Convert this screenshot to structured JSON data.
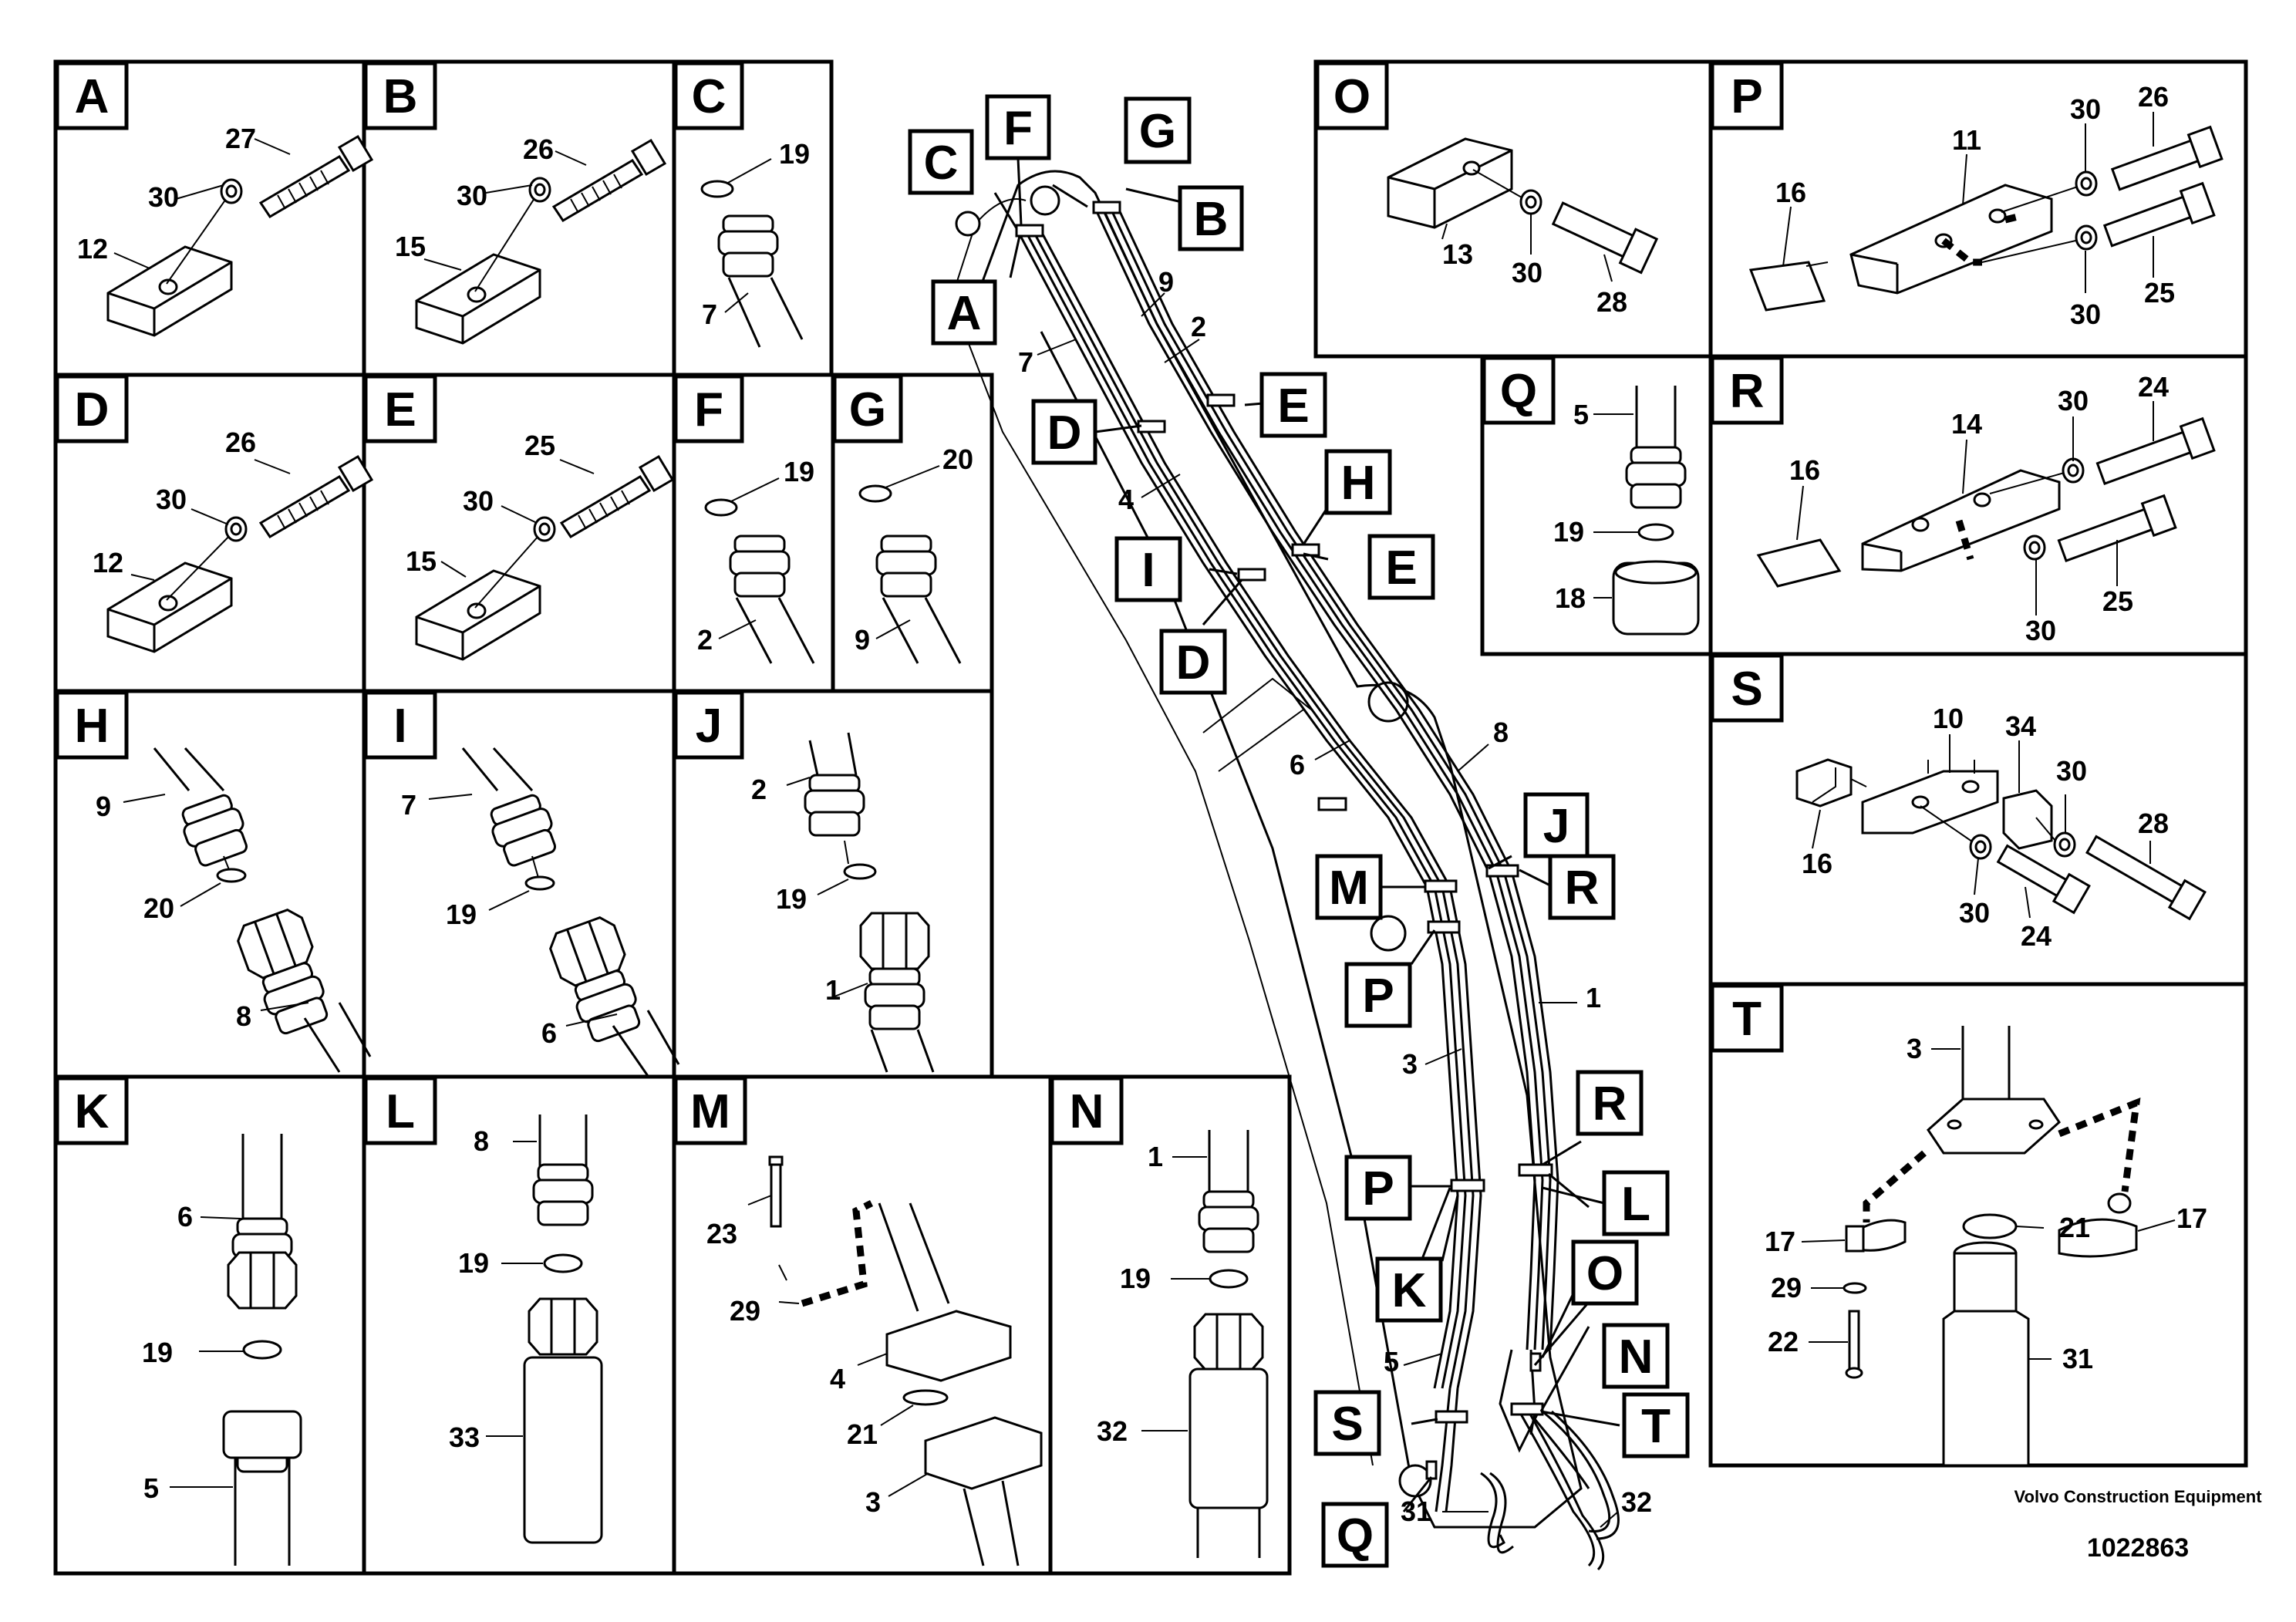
{
  "drawing": {
    "manufacturer": "Volvo Construction Equipment",
    "drawing_number": "1022863"
  },
  "panels": [
    {
      "letter": "A",
      "parts": [
        "27",
        "30",
        "12"
      ]
    },
    {
      "letter": "B",
      "parts": [
        "26",
        "30",
        "15"
      ]
    },
    {
      "letter": "C",
      "parts": [
        "19",
        "7"
      ]
    },
    {
      "letter": "D",
      "parts": [
        "26",
        "30",
        "12"
      ]
    },
    {
      "letter": "E",
      "parts": [
        "25",
        "30",
        "15"
      ]
    },
    {
      "letter": "F",
      "parts": [
        "19",
        "2"
      ]
    },
    {
      "letter": "G",
      "parts": [
        "20",
        "9"
      ]
    },
    {
      "letter": "H",
      "parts": [
        "9",
        "20",
        "8"
      ]
    },
    {
      "letter": "I",
      "parts": [
        "7",
        "19",
        "6"
      ]
    },
    {
      "letter": "J",
      "parts": [
        "2",
        "19",
        "1"
      ]
    },
    {
      "letter": "K",
      "parts": [
        "6",
        "19",
        "5"
      ]
    },
    {
      "letter": "L",
      "parts": [
        "8",
        "19",
        "33"
      ]
    },
    {
      "letter": "M",
      "parts": [
        "23",
        "29",
        "4",
        "21",
        "3"
      ]
    },
    {
      "letter": "N",
      "parts": [
        "1",
        "19",
        "32"
      ]
    },
    {
      "letter": "O",
      "parts": [
        "13",
        "30",
        "28"
      ]
    },
    {
      "letter": "P",
      "parts": [
        "30",
        "26",
        "11",
        "16",
        "30",
        "25"
      ]
    },
    {
      "letter": "Q",
      "parts": [
        "5",
        "19",
        "18"
      ]
    },
    {
      "letter": "R",
      "parts": [
        "30",
        "24",
        "14",
        "16",
        "30",
        "25"
      ]
    },
    {
      "letter": "S",
      "parts": [
        "10",
        "34",
        "30",
        "28",
        "16",
        "30",
        "24"
      ]
    },
    {
      "letter": "T",
      "parts": [
        "3",
        "21",
        "17",
        "17",
        "29",
        "22",
        "31"
      ]
    }
  ],
  "callouts": [
    "F",
    "G",
    "C",
    "B",
    "A",
    "E",
    "D",
    "H",
    "I",
    "E",
    "D",
    "J",
    "M",
    "R",
    "P",
    "R",
    "P",
    "L",
    "K",
    "O",
    "N",
    "S",
    "T",
    "Q"
  ],
  "main_parts": [
    "9",
    "2",
    "7",
    "4",
    "8",
    "6",
    "1",
    "3",
    "5",
    "31",
    "32"
  ]
}
